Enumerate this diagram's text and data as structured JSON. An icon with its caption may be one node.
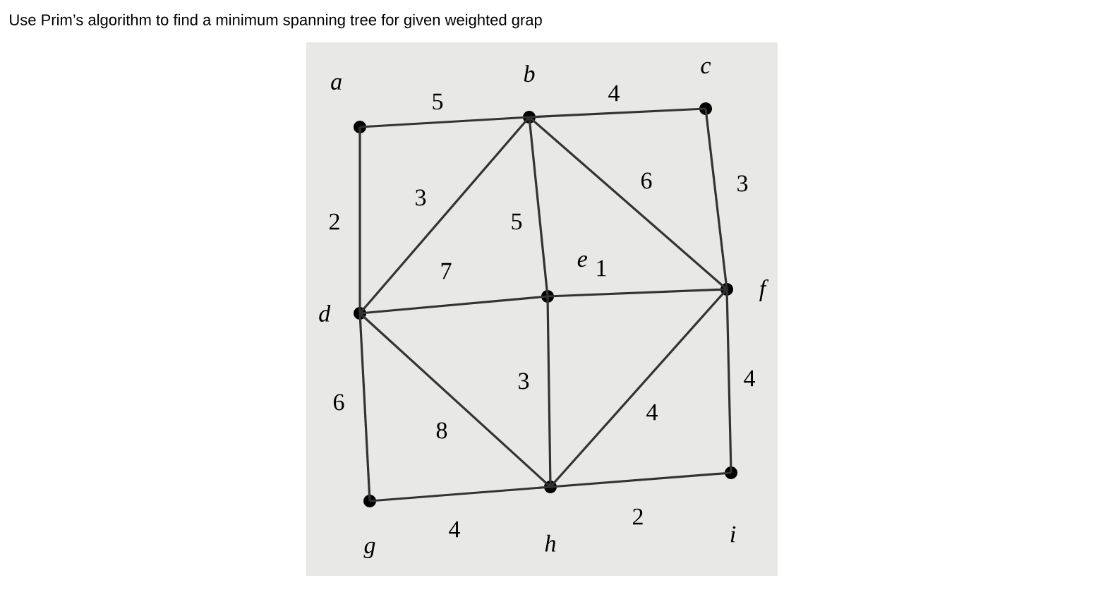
{
  "diagram": {
    "title": "Use Prim’s algorithm to find a minimum spanning tree for given weighted grap",
    "nodes": [
      {
        "text": [
          "a"
        ]
      },
      {
        "text": [
          "b"
        ]
      },
      {
        "text": [
          "c"
        ]
      },
      {
        "text": [
          "d"
        ]
      },
      {
        "text": [
          "e"
        ]
      },
      {
        "text": [
          "f"
        ]
      },
      {
        "text": [
          "g"
        ]
      },
      {
        "text": [
          "h"
        ]
      },
      {
        "text": [
          "i"
        ]
      }
    ],
    "edges": [
      {
        "from": 0,
        "to": 1,
        "arrow": "none",
        "label": "5"
      },
      {
        "from": 1,
        "to": 2,
        "arrow": "none",
        "label": "4"
      },
      {
        "from": 0,
        "to": 3,
        "arrow": "none",
        "label": "2"
      },
      {
        "from": 1,
        "to": 3,
        "arrow": "none",
        "label": "3"
      },
      {
        "from": 1,
        "to": 4,
        "arrow": "none",
        "label": "5"
      },
      {
        "from": 1,
        "to": 5,
        "arrow": "none",
        "label": "6"
      },
      {
        "from": 2,
        "to": 5,
        "arrow": "none",
        "label": "3"
      },
      {
        "from": 3,
        "to": 4,
        "arrow": "none",
        "label": "7"
      },
      {
        "from": 4,
        "to": 5,
        "arrow": "none",
        "label": "1"
      },
      {
        "from": 3,
        "to": 6,
        "arrow": "none",
        "label": "6"
      },
      {
        "from": 3,
        "to": 7,
        "arrow": "none",
        "label": "8"
      },
      {
        "from": 4,
        "to": 7,
        "arrow": "none",
        "label": "3"
      },
      {
        "from": 5,
        "to": 7,
        "arrow": "none",
        "label": "4"
      },
      {
        "from": 5,
        "to": 8,
        "arrow": "none",
        "label": "4"
      },
      {
        "from": 6,
        "to": 7,
        "arrow": "none",
        "label": "4"
      },
      {
        "from": 7,
        "to": 8,
        "arrow": "none",
        "label": "2"
      }
    ]
  }
}
